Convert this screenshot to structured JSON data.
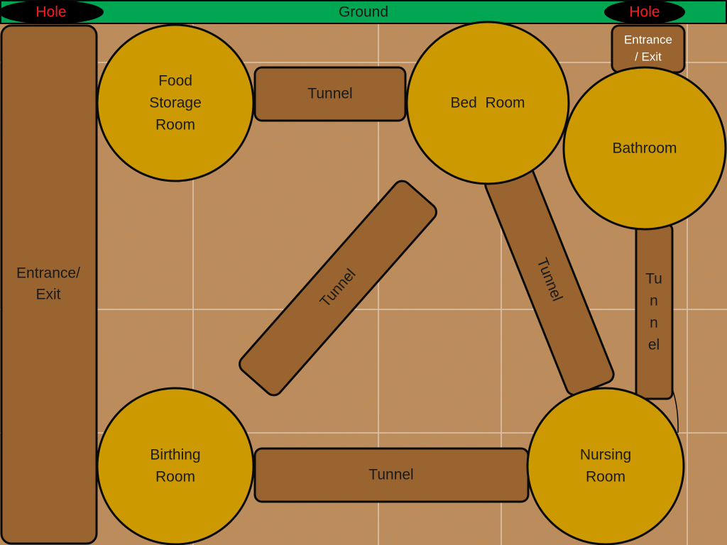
{
  "ground": {
    "label": "Ground"
  },
  "holes": [
    {
      "id": "hole-left",
      "label": "Hole"
    },
    {
      "id": "hole-right",
      "label": "Hole"
    }
  ],
  "entrances": [
    {
      "id": "main-entrance",
      "lines": [
        "Entrance/",
        "Exit"
      ]
    },
    {
      "id": "small-entrance",
      "lines": [
        "Entrance",
        "/ Exit"
      ]
    }
  ],
  "rooms": [
    {
      "id": "food-storage",
      "lines": [
        "Food",
        "Storage",
        "Room"
      ]
    },
    {
      "id": "bed-room",
      "lines": [
        "Bed  Room"
      ]
    },
    {
      "id": "bathroom",
      "lines": [
        "Bathroom"
      ]
    },
    {
      "id": "birthing",
      "lines": [
        "Birthing",
        "Room"
      ]
    },
    {
      "id": "nursing",
      "lines": [
        "Nursing",
        "Room"
      ]
    }
  ],
  "tunnels": [
    {
      "id": "food-bed",
      "lines": [
        "Tunnel"
      ]
    },
    {
      "id": "birthing-bed",
      "lines": [
        "Tunnel"
      ]
    },
    {
      "id": "bed-nursing",
      "lines": [
        "Tunnel"
      ]
    },
    {
      "id": "bathroom-nursing",
      "lines": [
        "Tu",
        "n",
        "n",
        "el"
      ]
    },
    {
      "id": "birthing-nursing",
      "lines": [
        "Tunnel"
      ]
    }
  ],
  "colors": {
    "ground": "#00a651",
    "soil": "#c08a55",
    "room": "#cc9a00",
    "tunnel": "#99642f",
    "hole_text": "#ff1a1a"
  }
}
